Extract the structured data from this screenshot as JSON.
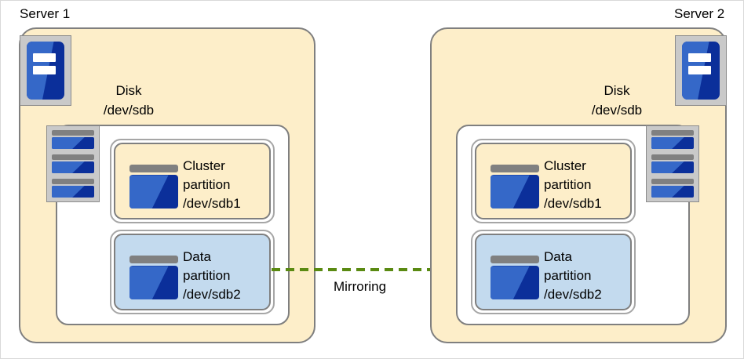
{
  "diagram": {
    "title_hidden": "",
    "colors": {
      "server_fill": "#fdeec9",
      "disk_fill": "#ffffff",
      "cluster_partition_fill": "#fdeec9",
      "data_partition_fill": "#c3daee",
      "border_grey": "#7f7f7f",
      "icon_blue_dark": "#0b2f9a",
      "icon_blue_light": "#3568c8",
      "arrow_green": "#5a8a12"
    }
  },
  "servers": [
    {
      "label": "Server 1",
      "disk": {
        "name": "Disk",
        "device": "/dev/sdb"
      },
      "partitions": [
        {
          "kind": "cluster",
          "line1": "Cluster",
          "line2": "partition",
          "line3": "/dev/sdb1",
          "icon": "disk-drive-icon"
        },
        {
          "kind": "data",
          "line1": "Data",
          "line2": "partition",
          "line3": "/dev/sdb2",
          "icon": "disk-drive-icon"
        }
      ],
      "server_icon": "server-machine-icon",
      "diskstack_icon": "disk-stack-icon"
    },
    {
      "label": "Server 2",
      "disk": {
        "name": "Disk",
        "device": "/dev/sdb"
      },
      "partitions": [
        {
          "kind": "cluster",
          "line1": "Cluster",
          "line2": "partition",
          "line3": "/dev/sdb1",
          "icon": "disk-drive-icon"
        },
        {
          "kind": "data",
          "line1": "Data",
          "line2": "partition",
          "line3": "/dev/sdb2",
          "icon": "disk-drive-icon"
        }
      ],
      "server_icon": "server-machine-icon",
      "diskstack_icon": "disk-stack-icon"
    }
  ],
  "connection": {
    "label": "Mirroring",
    "style": "dashed",
    "direction": "left-to-right",
    "color": "#5a8a12"
  }
}
